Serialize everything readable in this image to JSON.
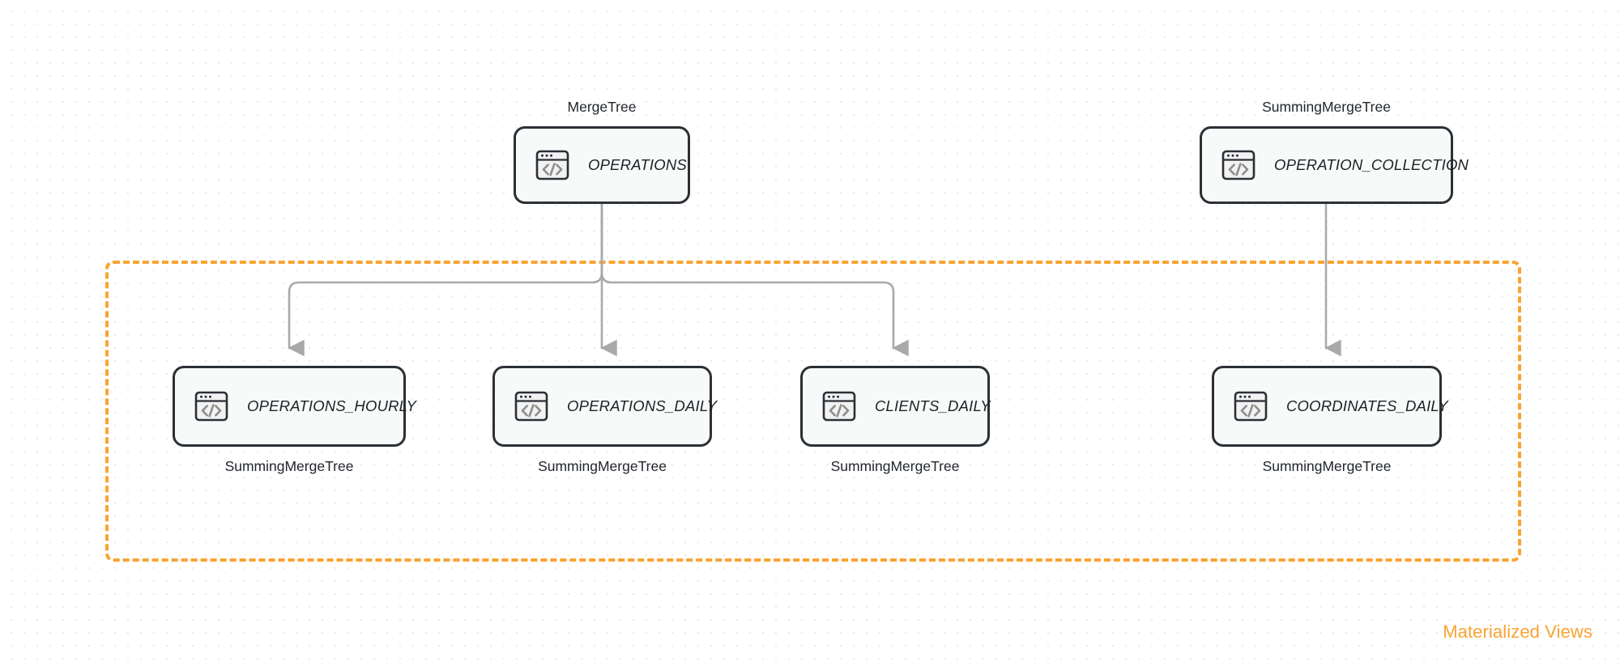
{
  "diagram": {
    "title": "ClickHouse table and materialized views diagram",
    "colors": {
      "accent_orange": "#f9a432",
      "node_border": "#2b3036",
      "node_fill": "#f8f9f9",
      "connector_gray": "#a9a9a9",
      "canvas_background": "#ffffff",
      "dot_grid": "#e9e9ee"
    },
    "group": {
      "label": "Materialized Views",
      "border_style": "dashed"
    },
    "source_nodes": [
      {
        "id": "operations",
        "label": "OPERATIONS",
        "engine": "MergeTree",
        "engine_position": "above",
        "icon": "code-window-icon"
      },
      {
        "id": "operation_collection",
        "label": "OPERATION_COLLECTION",
        "engine": "SummingMergeTree",
        "engine_position": "above",
        "icon": "code-window-icon"
      }
    ],
    "view_nodes": [
      {
        "id": "operations_hourly",
        "label": "OPERATIONS_HOURLY",
        "engine": "SummingMergeTree",
        "engine_position": "below",
        "icon": "code-window-icon"
      },
      {
        "id": "operations_daily",
        "label": "OPERATIONS_DAILY",
        "engine": "SummingMergeTree",
        "engine_position": "below",
        "icon": "code-window-icon"
      },
      {
        "id": "clients_daily",
        "label": "CLIENTS_DAILY",
        "engine": "SummingMergeTree",
        "engine_position": "below",
        "icon": "code-window-icon"
      },
      {
        "id": "coordinates_daily",
        "label": "COORDINATES_DAILY",
        "engine": "SummingMergeTree",
        "engine_position": "below",
        "icon": "code-window-icon"
      }
    ],
    "edges": [
      {
        "from": "operations",
        "to": "operations_hourly",
        "style": "elbow-arrow"
      },
      {
        "from": "operations",
        "to": "operations_daily",
        "style": "straight-arrow"
      },
      {
        "from": "operations",
        "to": "clients_daily",
        "style": "elbow-arrow"
      },
      {
        "from": "operation_collection",
        "to": "coordinates_daily",
        "style": "straight-arrow"
      }
    ]
  }
}
